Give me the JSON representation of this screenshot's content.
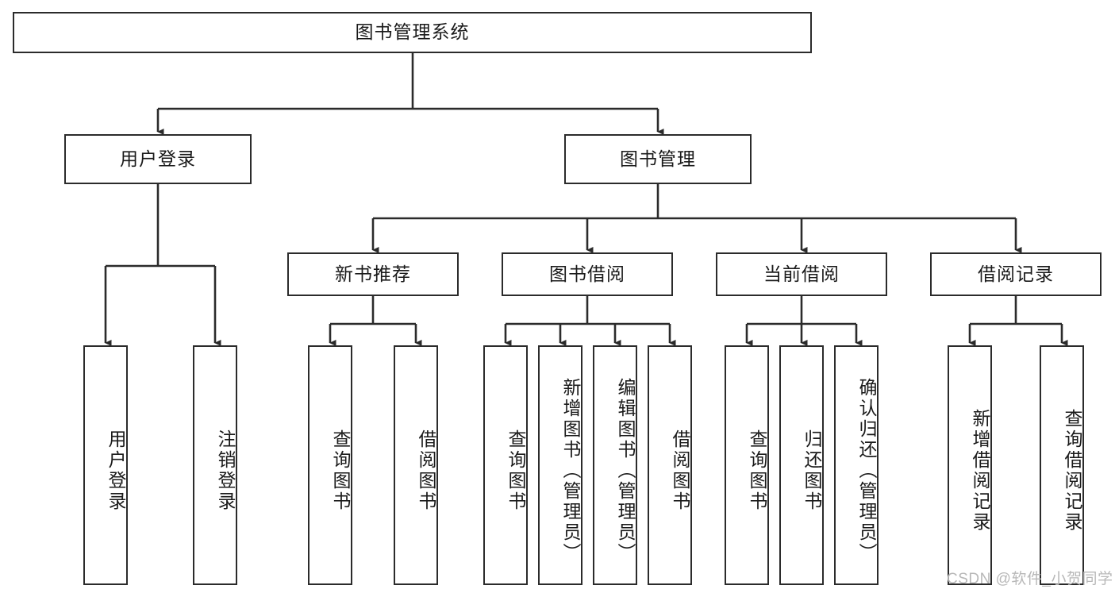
{
  "diagram": {
    "title": "图书管理系统",
    "type": "hierarchy-tree",
    "watermark": "CSDN @软件_小贺同学",
    "colors": {
      "box_border": "#2b2b2b",
      "box_fill": "#ffffff",
      "connector": "#2b2b2b",
      "text": "#1a1a1a",
      "watermark": "#b8b8b8"
    },
    "levels": {
      "root": {
        "label": "图书管理系统"
      },
      "level2": [
        {
          "id": "user-login",
          "label": "用户登录"
        },
        {
          "id": "book-manage",
          "label": "图书管理"
        }
      ],
      "level3": [
        {
          "id": "new-book-recommend",
          "label": "新书推荐"
        },
        {
          "id": "book-borrow",
          "label": "图书借阅"
        },
        {
          "id": "current-borrow",
          "label": "当前借阅"
        },
        {
          "id": "borrow-record",
          "label": "借阅记录"
        }
      ],
      "leaves": [
        {
          "id": "leaf-user-login",
          "label": "用户登录",
          "parent": "user-login"
        },
        {
          "id": "leaf-logout",
          "label": "注销登录",
          "parent": "user-login"
        },
        {
          "id": "leaf-query-book-1",
          "label": "查询图书",
          "parent": "new-book-recommend"
        },
        {
          "id": "leaf-borrow-book-1",
          "label": "借阅图书",
          "parent": "new-book-recommend"
        },
        {
          "id": "leaf-query-book-2",
          "label": "查询图书",
          "parent": "book-borrow"
        },
        {
          "id": "leaf-add-book",
          "label": "新增图书（管理员）",
          "parent": "book-borrow"
        },
        {
          "id": "leaf-edit-book",
          "label": "编辑图书（管理员）",
          "parent": "book-borrow"
        },
        {
          "id": "leaf-borrow-book-2",
          "label": "借阅图书",
          "parent": "book-borrow"
        },
        {
          "id": "leaf-query-book-3",
          "label": "查询图书",
          "parent": "current-borrow"
        },
        {
          "id": "leaf-return-book",
          "label": "归还图书",
          "parent": "current-borrow"
        },
        {
          "id": "leaf-confirm-return",
          "label": "确认归还（管理员）",
          "parent": "current-borrow"
        },
        {
          "id": "leaf-add-record",
          "label": "新增借阅记录",
          "parent": "borrow-record"
        },
        {
          "id": "leaf-query-record",
          "label": "查询借阅记录",
          "parent": "borrow-record"
        }
      ]
    }
  }
}
